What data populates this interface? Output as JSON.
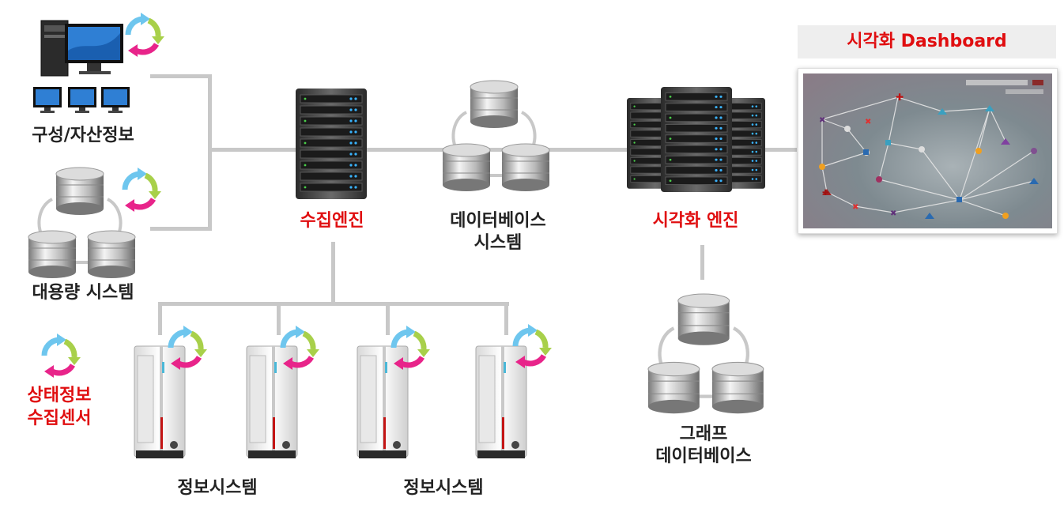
{
  "labels": {
    "asset_info": "구성/자산정보",
    "bulk_system": "대용량 시스템",
    "status_sensor_line1": "상태정보",
    "status_sensor_line2": "수집센서",
    "collect_engine": "수집엔진",
    "database_line1": "데이터베이스",
    "database_line2": "시스템",
    "viz_engine": "시각화 엔진",
    "graph_db_line1": "그래프",
    "graph_db_line2": "데이터베이스",
    "info_system_1": "정보시스템",
    "info_system_2": "정보시스템"
  },
  "dashboard": {
    "title": "시각화 Dashboard"
  },
  "colors": {
    "accent_red": "#e00e10",
    "connector": "#c8c8c8",
    "sync_blue": "#6ec6ee",
    "sync_green": "#a8d04a",
    "sync_pink": "#e8248a"
  }
}
